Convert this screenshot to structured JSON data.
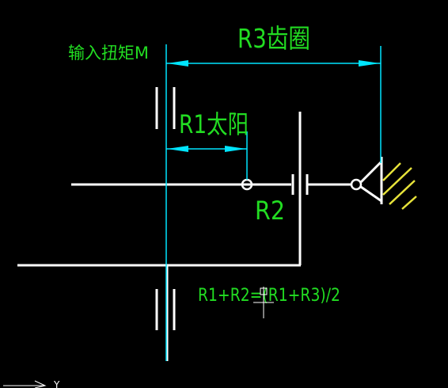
{
  "colors": {
    "background": "#000000",
    "geometry": "#ffffff",
    "dimension": "#00e5ff",
    "text": "#22dd22",
    "hatch": "#e6e23a"
  },
  "labels": {
    "input_torque": "输入扭矩M",
    "r3_ring": "R3齿圈",
    "r1_sun": "R1太阳",
    "r2": "R2",
    "formula": "R1+R2=(R1+R3)/2",
    "ucs_axis": "Y"
  },
  "icons": {
    "fixed_ground": "hatch-ground-icon",
    "cursor": "crosshair-cursor-icon",
    "ucs": "ucs-axis-icon"
  }
}
